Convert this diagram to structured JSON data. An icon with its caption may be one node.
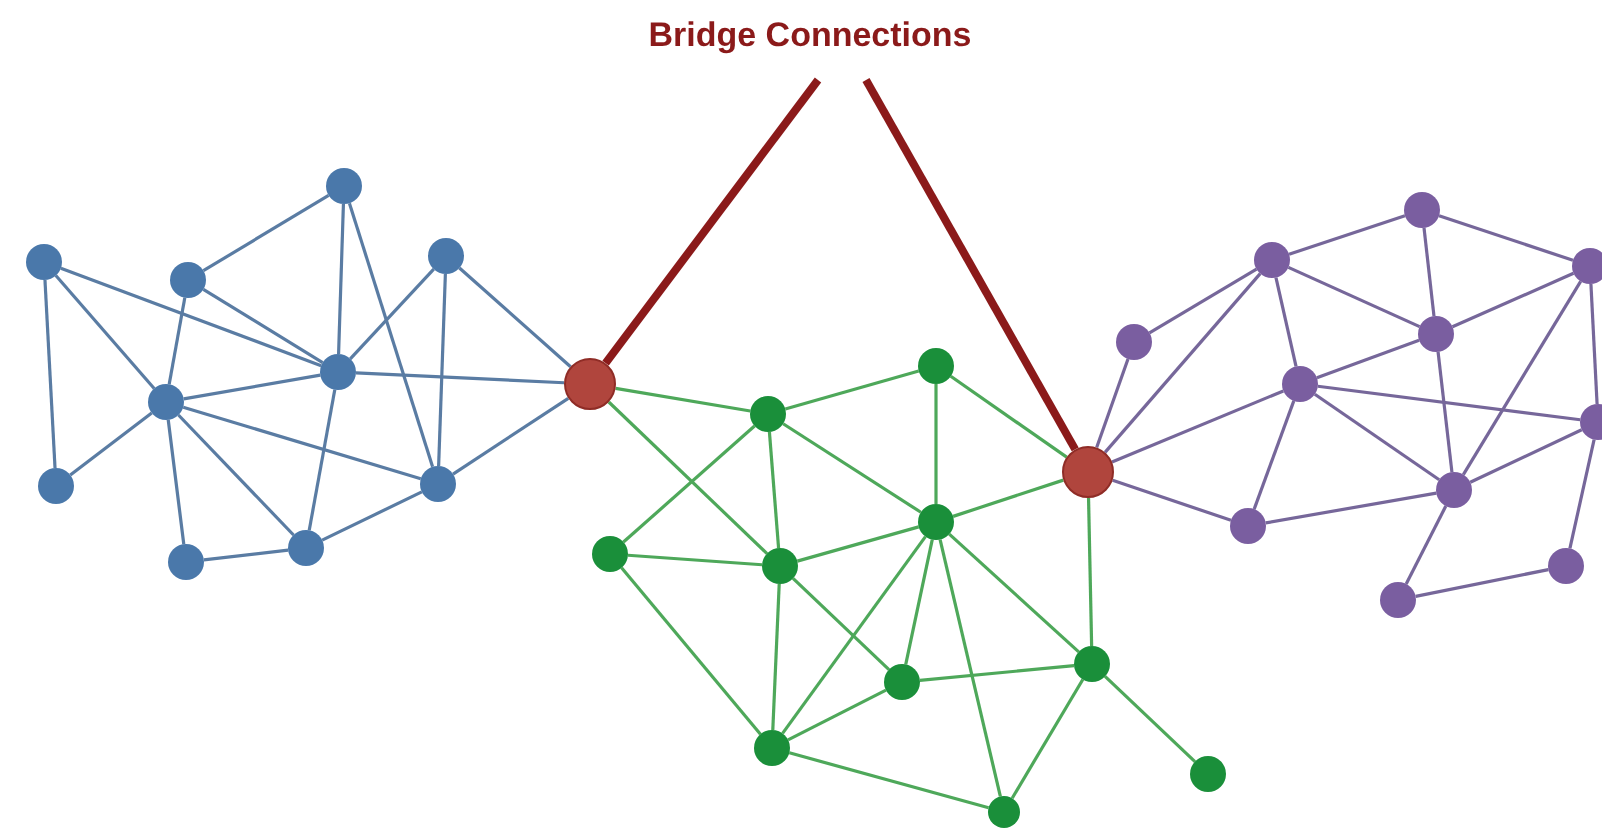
{
  "diagram": {
    "title": "Bridge Connections",
    "nodes": [
      {
        "text": [],
        "shape": "circle"
      },
      {
        "text": [],
        "shape": "circle"
      },
      {
        "text": [],
        "shape": "circle"
      },
      {
        "text": [],
        "shape": "circle"
      },
      {
        "text": [],
        "shape": "circle"
      },
      {
        "text": [],
        "shape": "circle"
      },
      {
        "text": [],
        "shape": "circle"
      },
      {
        "text": [],
        "shape": "circle"
      },
      {
        "text": [],
        "shape": "circle"
      },
      {
        "text": [],
        "shape": "circle"
      },
      {
        "text": [],
        "shape": "circle"
      },
      {
        "text": [],
        "shape": "circle"
      },
      {
        "text": [],
        "shape": "circle"
      },
      {
        "text": [],
        "shape": "circle"
      },
      {
        "text": [],
        "shape": "circle"
      },
      {
        "text": [],
        "shape": "circle"
      },
      {
        "text": [],
        "shape": "circle"
      },
      {
        "text": [],
        "shape": "circle"
      },
      {
        "text": [],
        "shape": "circle"
      },
      {
        "text": [],
        "shape": "circle"
      },
      {
        "text": [],
        "shape": "circle"
      },
      {
        "text": [],
        "shape": "circle"
      },
      {
        "text": [],
        "shape": "circle"
      },
      {
        "text": [],
        "shape": "circle"
      },
      {
        "text": [],
        "shape": "circle"
      },
      {
        "text": [],
        "shape": "circle"
      },
      {
        "text": [],
        "shape": "circle"
      },
      {
        "text": [],
        "shape": "circle"
      },
      {
        "text": [],
        "shape": "circle"
      },
      {
        "text": [],
        "shape": "circle"
      },
      {
        "text": [],
        "shape": "circle"
      },
      {
        "text": [],
        "shape": "circle"
      },
      {
        "text": [],
        "shape": "circle"
      }
    ],
    "edges": [
      {
        "from": null,
        "to": 10,
        "arrow": "none",
        "style": "thick",
        "color": "#8b1a1a"
      },
      {
        "from": null,
        "to": 21,
        "arrow": "none",
        "style": "thick",
        "color": "#8b1a1a"
      },
      {
        "from": 0,
        "to": 5,
        "arrow": "none",
        "color": "#5a7ca3"
      },
      {
        "from": 0,
        "to": 6,
        "arrow": "none",
        "color": "#5a7ca3"
      },
      {
        "from": 0,
        "to": 4,
        "arrow": "none",
        "color": "#5a7ca3"
      },
      {
        "from": 1,
        "to": 2,
        "arrow": "none",
        "color": "#5a7ca3"
      },
      {
        "from": 1,
        "to": 5,
        "arrow": "none",
        "color": "#5a7ca3"
      },
      {
        "from": 1,
        "to": 4,
        "arrow": "none",
        "color": "#5a7ca3"
      },
      {
        "from": 2,
        "to": 4,
        "arrow": "none",
        "color": "#5a7ca3"
      },
      {
        "from": 2,
        "to": 7,
        "arrow": "none",
        "color": "#5a7ca3"
      },
      {
        "from": 3,
        "to": 4,
        "arrow": "none",
        "color": "#5a7ca3"
      },
      {
        "from": 3,
        "to": 7,
        "arrow": "none",
        "color": "#5a7ca3"
      },
      {
        "from": 3,
        "to": 10,
        "arrow": "none",
        "color": "#5a7ca3"
      },
      {
        "from": 4,
        "to": 10,
        "arrow": "none",
        "color": "#5a7ca3"
      },
      {
        "from": 5,
        "to": 4,
        "arrow": "none",
        "color": "#5a7ca3"
      },
      {
        "from": 5,
        "to": 6,
        "arrow": "none",
        "color": "#5a7ca3"
      },
      {
        "from": 5,
        "to": 8,
        "arrow": "none",
        "color": "#5a7ca3"
      },
      {
        "from": 5,
        "to": 9,
        "arrow": "none",
        "color": "#5a7ca3"
      },
      {
        "from": 5,
        "to": 7,
        "arrow": "none",
        "color": "#5a7ca3"
      },
      {
        "from": 4,
        "to": 9,
        "arrow": "none",
        "color": "#5a7ca3"
      },
      {
        "from": 9,
        "to": 8,
        "arrow": "none",
        "color": "#5a7ca3"
      },
      {
        "from": 9,
        "to": 7,
        "arrow": "none",
        "color": "#5a7ca3"
      },
      {
        "from": 7,
        "to": 10,
        "arrow": "none",
        "color": "#5a7ca3"
      },
      {
        "from": 10,
        "to": 11,
        "arrow": "none"
      },
      {
        "from": 10,
        "to": 14,
        "arrow": "none"
      },
      {
        "from": 11,
        "to": 12,
        "arrow": "none"
      },
      {
        "from": 11,
        "to": 13,
        "arrow": "none"
      },
      {
        "from": 11,
        "to": 14,
        "arrow": "none"
      },
      {
        "from": 11,
        "to": 15,
        "arrow": "none"
      },
      {
        "from": 12,
        "to": 15,
        "arrow": "none"
      },
      {
        "from": 12,
        "to": 21,
        "arrow": "none"
      },
      {
        "from": 15,
        "to": 21,
        "arrow": "none"
      },
      {
        "from": 13,
        "to": 14,
        "arrow": "none"
      },
      {
        "from": 13,
        "to": 18,
        "arrow": "none"
      },
      {
        "from": 14,
        "to": 15,
        "arrow": "none"
      },
      {
        "from": 14,
        "to": 18,
        "arrow": "none"
      },
      {
        "from": 14,
        "to": 16,
        "arrow": "none"
      },
      {
        "from": 15,
        "to": 18,
        "arrow": "none"
      },
      {
        "from": 15,
        "to": 16,
        "arrow": "none"
      },
      {
        "from": 15,
        "to": 19,
        "arrow": "none"
      },
      {
        "from": 15,
        "to": 17,
        "arrow": "none"
      },
      {
        "from": 16,
        "to": 18,
        "arrow": "none"
      },
      {
        "from": 16,
        "to": 17,
        "arrow": "none"
      },
      {
        "from": 17,
        "to": 21,
        "arrow": "none"
      },
      {
        "from": 17,
        "to": 19,
        "arrow": "none"
      },
      {
        "from": 17,
        "to": 20,
        "arrow": "none"
      },
      {
        "from": 18,
        "to": 19,
        "arrow": "none"
      },
      {
        "from": 21,
        "to": 25,
        "arrow": "none",
        "color": "#76679a"
      },
      {
        "from": 21,
        "to": 23,
        "arrow": "none",
        "color": "#76679a"
      },
      {
        "from": 21,
        "to": 27,
        "arrow": "none",
        "color": "#76679a"
      },
      {
        "from": 21,
        "to": 29,
        "arrow": "none",
        "color": "#76679a"
      },
      {
        "from": 25,
        "to": 23,
        "arrow": "none",
        "color": "#76679a"
      },
      {
        "from": 23,
        "to": 22,
        "arrow": "none",
        "color": "#76679a"
      },
      {
        "from": 23,
        "to": 27,
        "arrow": "none",
        "color": "#76679a"
      },
      {
        "from": 23,
        "to": 26,
        "arrow": "none",
        "color": "#76679a"
      },
      {
        "from": 22,
        "to": 26,
        "arrow": "none",
        "color": "#76679a"
      },
      {
        "from": 22,
        "to": 24,
        "arrow": "none",
        "color": "#76679a"
      },
      {
        "from": 26,
        "to": 24,
        "arrow": "none",
        "color": "#76679a"
      },
      {
        "from": 26,
        "to": 27,
        "arrow": "none",
        "color": "#76679a"
      },
      {
        "from": 26,
        "to": 30,
        "arrow": "none",
        "color": "#76679a"
      },
      {
        "from": 27,
        "to": 28,
        "arrow": "none",
        "color": "#76679a"
      },
      {
        "from": 27,
        "to": 29,
        "arrow": "none",
        "color": "#76679a"
      },
      {
        "from": 27,
        "to": 30,
        "arrow": "none",
        "color": "#76679a"
      },
      {
        "from": 24,
        "to": 30,
        "arrow": "none",
        "color": "#76679a"
      },
      {
        "from": 24,
        "to": 28,
        "arrow": "none",
        "color": "#76679a"
      },
      {
        "from": 28,
        "to": 30,
        "arrow": "none",
        "color": "#76679a"
      },
      {
        "from": 29,
        "to": 30,
        "arrow": "none",
        "color": "#76679a"
      },
      {
        "from": 30,
        "to": 32,
        "arrow": "none",
        "color": "#76679a"
      },
      {
        "from": 28,
        "to": 31,
        "arrow": "none",
        "color": "#76679a"
      },
      {
        "from": 31,
        "to": 32,
        "arrow": "none",
        "color": "#76679a"
      }
    ]
  }
}
